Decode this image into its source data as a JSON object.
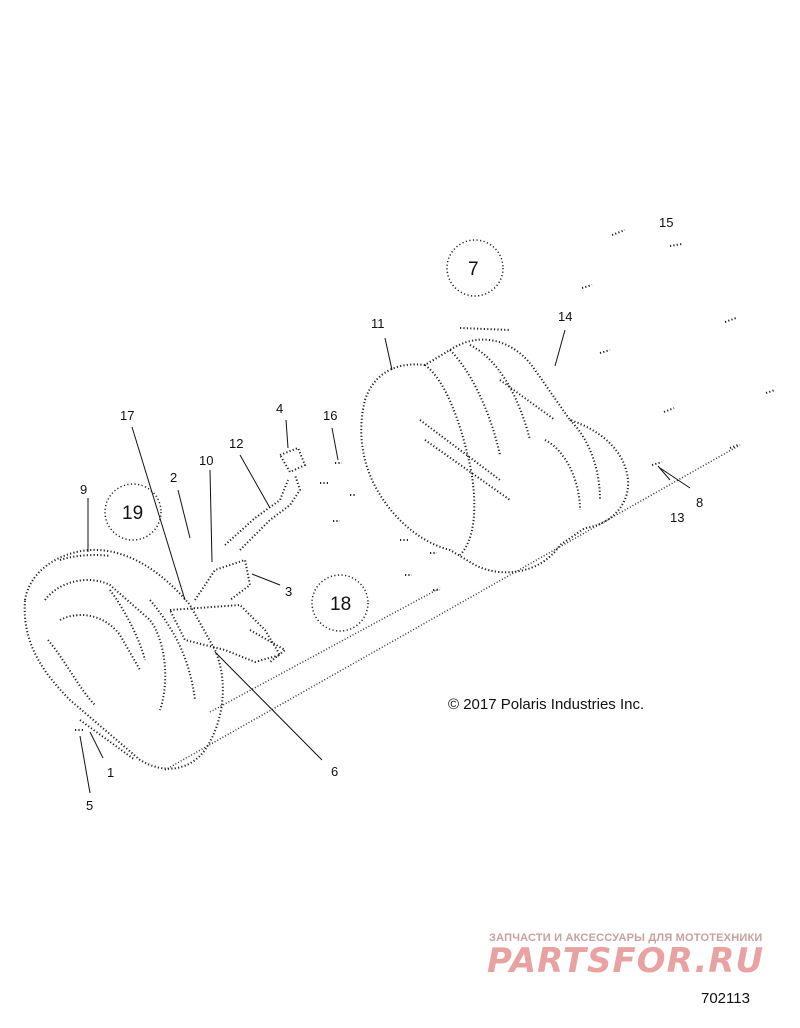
{
  "callouts": {
    "c1": "1",
    "c2": "2",
    "c3": "3",
    "c4": "4",
    "c5": "5",
    "c6": "6",
    "c8": "8",
    "c9": "9",
    "c10": "10",
    "c11": "11",
    "c12": "12",
    "c13": "13",
    "c14": "14",
    "c15": "15",
    "c16": "16",
    "c17": "17"
  },
  "reference_circles": {
    "r7": "7",
    "r18": "18",
    "r19": "19"
  },
  "copyright": "© 2017 Polaris Industries Inc.",
  "watermark": {
    "subtitle": "ЗАПЧАСТИ И АКСЕССУАРЫ ДЛЯ МОТОТЕХНИКИ",
    "brand": "PARTSFOR.RU"
  },
  "figure_id": "702113"
}
